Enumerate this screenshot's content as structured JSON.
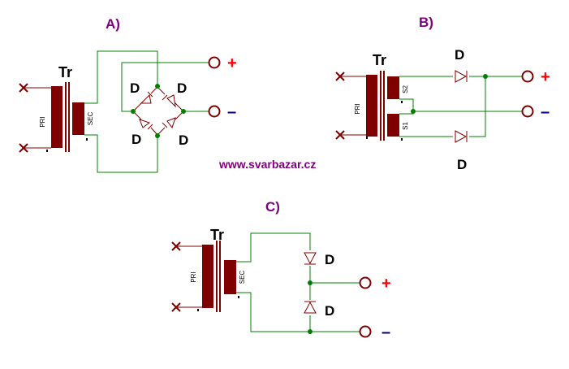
{
  "colors": {
    "wire": "#008000",
    "lead": "#800000",
    "core": "#800000",
    "node": "#008000",
    "title": "#800080",
    "plus": "#ff0000",
    "minus": "#000080",
    "text": "#000000"
  },
  "website": "www.svarbazar.cz",
  "circuits": {
    "a": {
      "title": "A)",
      "transformer": "Tr",
      "primary": "PRI",
      "secondary": "SEC",
      "diodes": [
        "D",
        "D",
        "D",
        "D"
      ],
      "plus": "+",
      "minus": "–"
    },
    "b": {
      "title": "B)",
      "transformer": "Tr",
      "primary": "PRI",
      "secondary_upper": "S2",
      "secondary_lower": "S1",
      "diodes": [
        "D",
        "D"
      ],
      "plus": "+",
      "minus": "–"
    },
    "c": {
      "title": "C)",
      "transformer": "Tr",
      "primary": "PRI",
      "secondary": "SEC",
      "diodes": [
        "D",
        "D"
      ],
      "plus": "+",
      "minus": "–"
    }
  }
}
